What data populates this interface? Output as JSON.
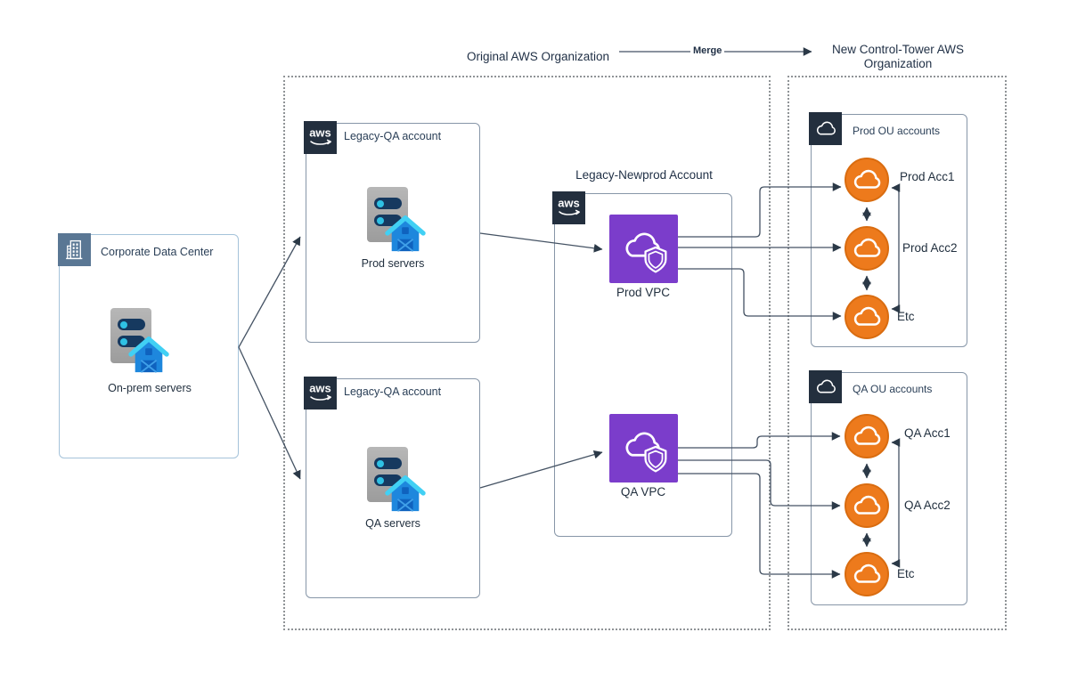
{
  "header": {
    "left_org_title": "Original AWS Organization",
    "merge_label": "Merge",
    "right_org_title_line1": "New Control-Tower AWS",
    "right_org_title_line2": "Organization"
  },
  "corporate": {
    "title": "Corporate Data Center",
    "server_label": "On-prem servers"
  },
  "legacy": {
    "prod_box_title": "Legacy-QA account",
    "prod_server_label": "Prod servers",
    "qa_box_title": "Legacy-QA account",
    "qa_server_label": "QA servers"
  },
  "newprod": {
    "title": "Legacy-Newprod Account",
    "prod_vpc_label": "Prod VPC",
    "qa_vpc_label": "QA VPC"
  },
  "prod_ou": {
    "title": "Prod OU accounts",
    "acc1": "Prod Acc1",
    "acc2": "Prod Acc2",
    "etc": "Etc"
  },
  "qa_ou": {
    "title": "QA OU accounts",
    "acc1": "QA Acc1",
    "acc2": "QA Acc2",
    "etc": "Etc"
  },
  "aws_logo_text": "aws",
  "icons": {
    "aws-logo-icon": "aws wordmark with smile-arrow swoosh on dark navy square",
    "building-icon": "white office building outline on slate square",
    "cloud-icon": "white cloud outline",
    "vpc-cloud-shield-icon": "white cloud with security shield on purple square",
    "server-icon": "gray server tower with two indicator bays",
    "barn-icon": "blue barn with cyan roof"
  },
  "colors": {
    "aws_navy": "#232f3e",
    "slate_icon": "#5a7794",
    "vpc_purple": "#7b3dcb",
    "account_orange": "#ed7a1c",
    "account_orange_ring": "#d96c10",
    "barn_blue": "#1e87dd",
    "barn_cyan": "#41d0f4",
    "server_navy": "#16395f",
    "server_cyan": "#2fc1e4",
    "wire": "#445263",
    "dotted_border": "#8f9396",
    "text": "#22303f"
  }
}
